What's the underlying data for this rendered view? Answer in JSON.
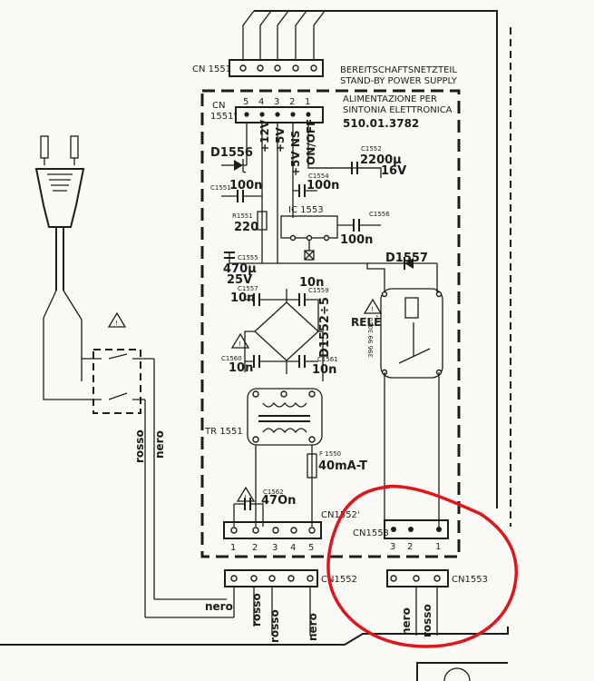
{
  "connectors": {
    "cn1551": "CN 1551",
    "cn1551p_a": "CN",
    "cn1551p_b": "1551'",
    "cn1551p_pins": [
      "5",
      "4",
      "3",
      "2",
      "1"
    ],
    "cn1552p": "CN1552'",
    "cn1552p_pins": [
      "1",
      "2",
      "3",
      "4",
      "5"
    ],
    "cn1553_inner": "CN1553",
    "cn1553_pins": [
      "3",
      "2",
      "1"
    ],
    "cn1552": "CN1552",
    "cn1553": "CN1553"
  },
  "titles": {
    "standby_de": "BEREITSCHAFTSNETZTEIL",
    "standby_en": "STAND-BY  POWER SUPPLY",
    "board_1": "ALIMENTAZIONE  PER",
    "board_2": "SINTONIA  ELETTRONICA",
    "board_code": "510.01.3782"
  },
  "signals": {
    "plus12v": "+12V",
    "plus5v": "+5V",
    "plus5vns": "+5V NS",
    "onoff": "ON/OFF"
  },
  "components": {
    "d1556": "D1556",
    "c1551": "C1551",
    "c1551_val": "100n",
    "r1551": "R1551",
    "r1551_val": "220",
    "c1555": "C1555",
    "c1555_val1": "470μ",
    "c1555_val2": "25V",
    "c1552": "C1552",
    "c1552_val1": "2200μ",
    "c1552_val2": "16V",
    "c1554": "C1554",
    "c1554_val": "100n",
    "ic1553": "IC 1553",
    "c1556": "C1556",
    "c1556_val": "100n",
    "d1557": "D1557",
    "rele": "RELÈ",
    "rele_code": "396 99 3010",
    "c1557": "C1557",
    "c1557_val": "10n",
    "c1559": "C1559",
    "c1559_val": "10n",
    "d1552": "D1552÷5",
    "c1560": "C1560",
    "c1560_val": "10n",
    "c1561": "C1561",
    "c1561_val": "10n",
    "tr1551": "TR 1551",
    "f1550": "F 1550",
    "f1550_val": "40mA-T",
    "c1562": "C1562",
    "c1562_val": "47On"
  },
  "wires": {
    "rosso": "rosso",
    "nero": "nero"
  },
  "icons": [
    "warning-triangle-icon",
    "mains-plug-icon",
    "relay-icon",
    "diode-icon",
    "capacitor-icon"
  ],
  "colors": {
    "annotation": "#e0151b",
    "ink": "#1c1c1c",
    "paper": "#fbfaf6"
  }
}
